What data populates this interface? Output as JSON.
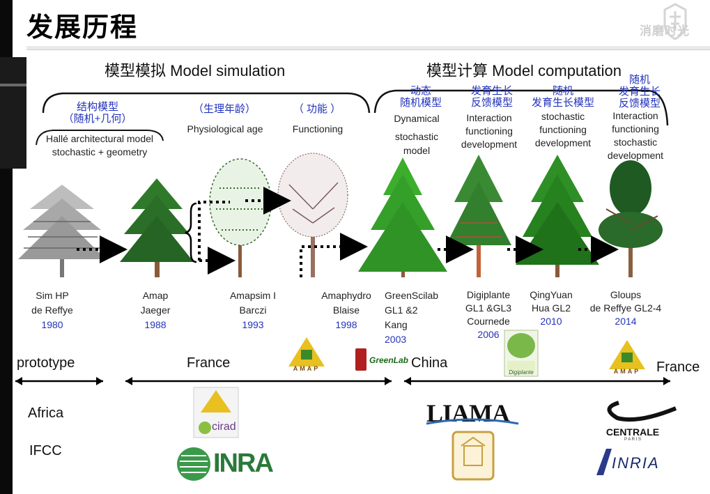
{
  "slide": {
    "title": "发展历程",
    "watermark": "消磨时光"
  },
  "sections": {
    "left_heading": "模型模拟 Model simulation",
    "right_heading": "模型计算 Model computation"
  },
  "categories": [
    {
      "cn": "结构模型",
      "cn2": "（随机+几何）",
      "en": "Hallé architectural model",
      "en2": "stochastic + geometry"
    },
    {
      "cn": "（生理年龄）",
      "en": "Physiological age"
    },
    {
      "cn": "（ 功能 ）",
      "en": "Functioning"
    },
    {
      "cn": "动态",
      "cn2": "随机模型",
      "en": "Dynamical",
      "en2": "stochastic",
      "en3": "model"
    },
    {
      "cn": "发育生长",
      "cn2": "反馈模型",
      "en": "Interaction",
      "en2": "functioning",
      "en3": "development"
    },
    {
      "cn": "随机",
      "cn2": "发育生长模型",
      "en": "stochastic",
      "en2": "functioning",
      "en3": "development"
    },
    {
      "cn": "随机",
      "cn2": "发育生长",
      "cn3": "反馈模型",
      "en": "Interaction",
      "en2": "functioning",
      "en3": "stochastic",
      "en4": "development"
    }
  ],
  "models": [
    {
      "name": "Sim HP",
      "author": "de Reffye",
      "year": "1980"
    },
    {
      "name": "Amap",
      "author": "Jaeger",
      "year": "1988"
    },
    {
      "name": "Amapsim I",
      "author": "Barczi",
      "year": "1993"
    },
    {
      "name": "Amaphydro",
      "author": "Blaise",
      "year": "1998"
    },
    {
      "name": "GreenScilab",
      "author": "GL1 &2",
      "author2": "Kang",
      "year": "2003"
    },
    {
      "name": "Digiplante",
      "author": "GL1 &GL3",
      "author2": "Cournede",
      "year": "2006"
    },
    {
      "name": "QingYuan",
      "author": "Hua GL2",
      "year": "2010"
    },
    {
      "name": "Gloups",
      "author": "de Reffye GL2-4",
      "year": "2014"
    }
  ],
  "regions": {
    "prototype": "prototype",
    "france": "France",
    "china": "China",
    "france2": "France",
    "africa": "Africa",
    "ifcc": "IFCC"
  },
  "logos": {
    "amap": "AMAP",
    "greenlab": "GreenLab",
    "digiplante": "Digiplante",
    "cirad": "cirad",
    "inra": "INRA",
    "liama": "LIAMA",
    "centrale": "CENTRALE",
    "centrale_sub": "P A R I S",
    "inria": "INRIA"
  },
  "colors": {
    "accent_blue": "#2233bb",
    "tree_green": "#2f8a2a",
    "tree_dark": "#1f5a22",
    "trunk_brown": "#8a5a3a"
  }
}
